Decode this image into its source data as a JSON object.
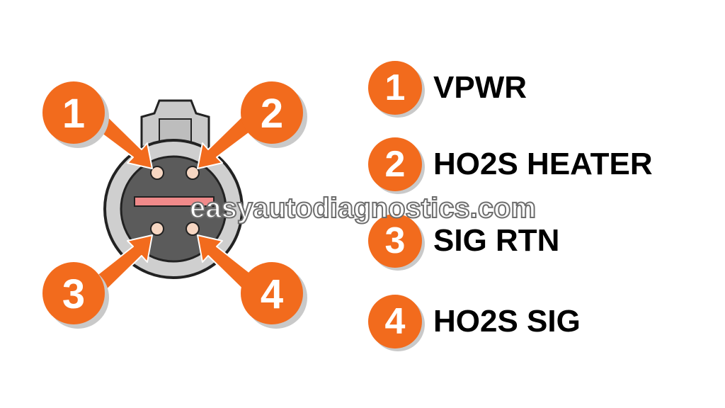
{
  "pins": [
    {
      "number": "1",
      "label": "VPWR"
    },
    {
      "number": "2",
      "label": "HO2S HEATER"
    },
    {
      "number": "3",
      "label": "SIG RTN"
    },
    {
      "number": "4",
      "label": "HO2S SIG"
    }
  ],
  "watermark": "easyautodiagnostics.com",
  "colors": {
    "badge": "#f26b1d",
    "connector_face": "#5b5b5b",
    "connector_ring": "#cfcfcf",
    "pin": "#f6d6c2",
    "key_bar": "#f08a8a"
  }
}
